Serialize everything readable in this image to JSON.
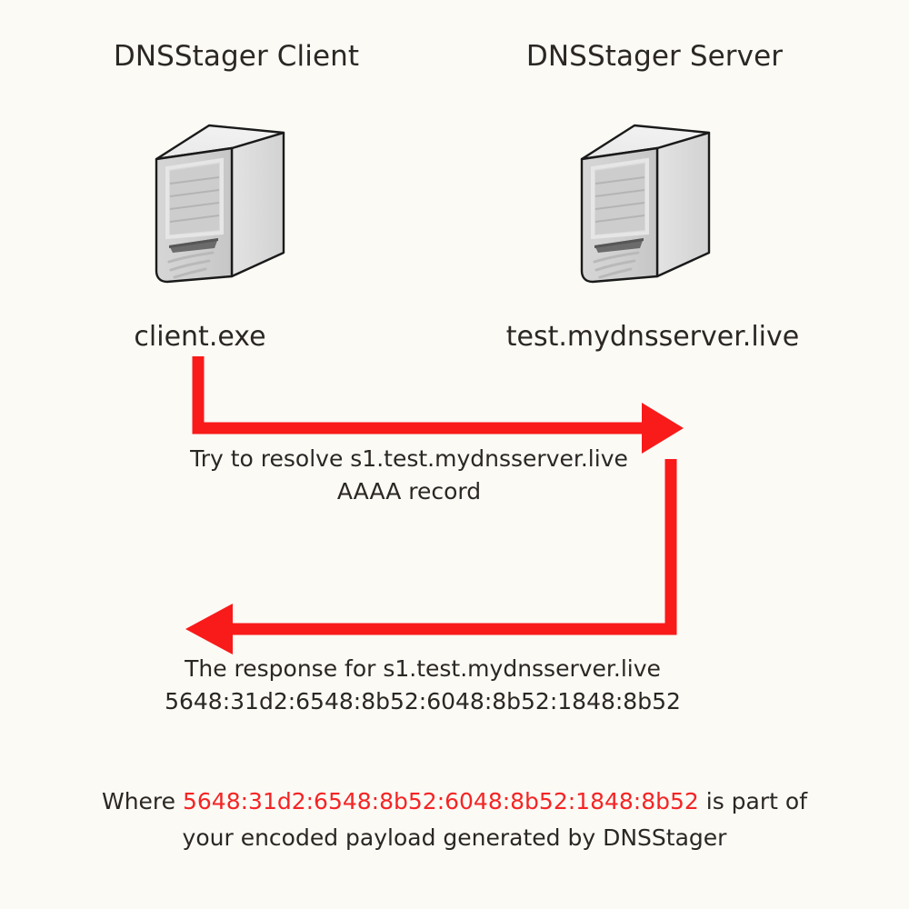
{
  "diagram": {
    "background_color": "#fbfaf5",
    "accent_color": "#f91a1a",
    "text_color": "#2b2724",
    "nodes": [
      {
        "id": "client",
        "title": "DNSStager Client",
        "label": "client.exe",
        "icon": "server-tower-icon"
      },
      {
        "id": "server",
        "title": "DNSStager Server",
        "label": "test.mydnsserver.live",
        "icon": "server-tower-icon"
      }
    ],
    "flows": [
      {
        "id": "request",
        "direction": "client-to-server",
        "arrow": "arrow-right",
        "line1": "Try to resolve s1.test.mydnsserver.live",
        "line2": "AAAA record"
      },
      {
        "id": "response",
        "direction": "server-to-client",
        "arrow": "arrow-left",
        "line1": "The response for s1.test.mydnsserver.live",
        "line2": "5648:31d2:6548:8b52:6048:8b52:1848:8b52"
      }
    ],
    "footnote": {
      "prefix": "Where ",
      "hex": "5648:31d2:6548:8b52:6048:8b52:1848:8b52",
      "suffix": " is part of",
      "line2": "your encoded payload generated by DNSStager"
    }
  }
}
